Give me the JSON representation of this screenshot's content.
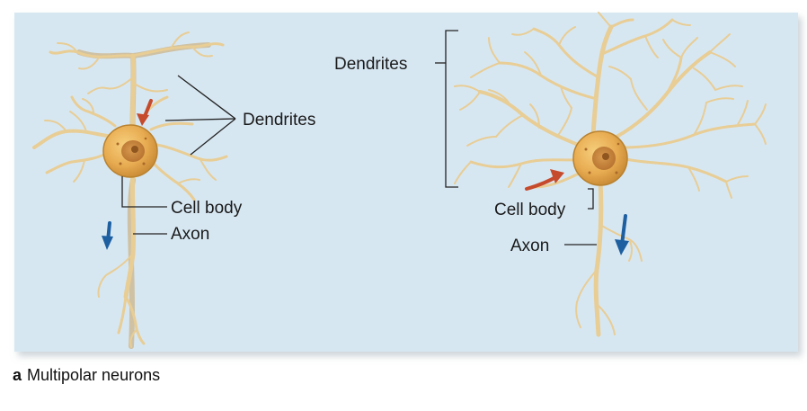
{
  "diagram": {
    "left_neuron": {
      "dendrites_label": "Dendrites",
      "cell_body_label": "Cell body",
      "axon_label": "Axon"
    },
    "right_neuron": {
      "dendrites_label": "Dendrites",
      "cell_body_label": "Cell body",
      "axon_label": "Axon"
    },
    "colors": {
      "panel_background": "#d7e7f2",
      "neuron_stroke": "#e5c993",
      "cell_body": "#e8ac52",
      "input_arrow": "#c64a2c",
      "output_arrow": "#1d5fa0"
    },
    "icons": [
      "input-signal-arrow-icon",
      "output-signal-arrow-icon"
    ]
  },
  "caption": {
    "letter": "a",
    "text": "Multipolar neurons"
  }
}
